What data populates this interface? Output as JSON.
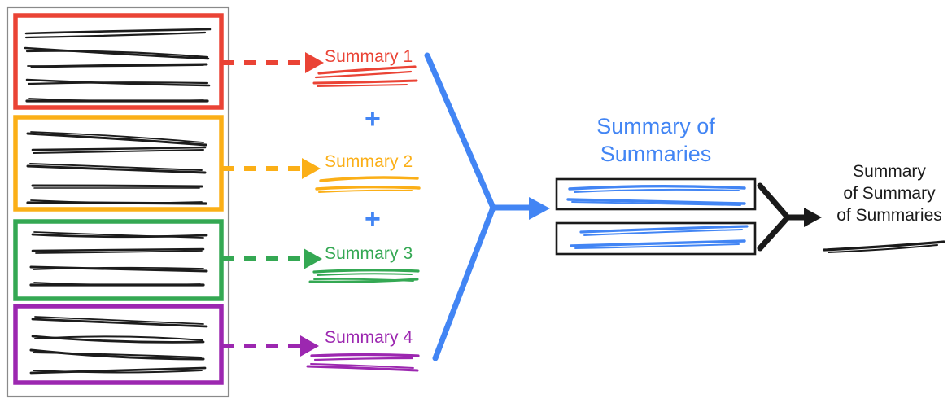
{
  "diagram": {
    "title": "Hierarchical summarization pipeline",
    "type": "flow-diagram",
    "colors": {
      "red": "#EA4335",
      "orange": "#FBAF17",
      "green": "#34A853",
      "purple": "#9C27B0",
      "blue": "#4285F4",
      "black": "#1A1A1A",
      "gray": "#9E9E9E"
    },
    "source_container": {
      "name": "document-collection",
      "border_color": "#7a7a7a"
    },
    "source_chunks": [
      {
        "id": "chunk-1",
        "color": "#EA4335",
        "line_count": 5
      },
      {
        "id": "chunk-2",
        "color": "#FBAF17",
        "line_count": 5
      },
      {
        "id": "chunk-3",
        "color": "#34A853",
        "line_count": 4
      },
      {
        "id": "chunk-4",
        "color": "#9C27B0",
        "line_count": 4
      }
    ],
    "summaries": [
      {
        "id": "summary-1",
        "label": "Summary 1",
        "color": "#EA4335",
        "line_count": 3
      },
      {
        "id": "summary-2",
        "label": "Summary 2",
        "color": "#FBAF17",
        "line_count": 2
      },
      {
        "id": "summary-3",
        "label": "Summary 3",
        "color": "#34A853",
        "line_count": 3
      },
      {
        "id": "summary-4",
        "label": "Summary 4",
        "color": "#9C27B0",
        "line_count": 3
      }
    ],
    "plus_signs": [
      {
        "id": "plus-1",
        "label": "+",
        "color": "#4285F4"
      },
      {
        "id": "plus-2",
        "label": "+",
        "color": "#4285F4"
      }
    ],
    "summary_of_summaries": {
      "label_line_1": "Summary of",
      "label_line_2": "Summaries",
      "color": "#4285F4",
      "boxes": [
        {
          "id": "sos-box-1",
          "line_count": 2
        },
        {
          "id": "sos-box-2",
          "line_count": 2
        }
      ]
    },
    "final_output": {
      "label_line_1": "Summary",
      "label_line_2": "of Summary",
      "label_line_3": "of Summaries",
      "color": "#1A1A1A",
      "line_count": 1
    },
    "connectors": [
      {
        "id": "dashed-arrow-1",
        "style": "dashed",
        "color": "#EA4335"
      },
      {
        "id": "dashed-arrow-2",
        "style": "dashed",
        "color": "#FBAF17"
      },
      {
        "id": "dashed-arrow-3",
        "style": "dashed",
        "color": "#34A853"
      },
      {
        "id": "dashed-arrow-4",
        "style": "dashed",
        "color": "#9C27B0"
      },
      {
        "id": "merge-arrow-blue",
        "style": "solid",
        "color": "#4285F4"
      },
      {
        "id": "merge-arrow-black",
        "style": "solid",
        "color": "#1A1A1A"
      }
    ]
  }
}
